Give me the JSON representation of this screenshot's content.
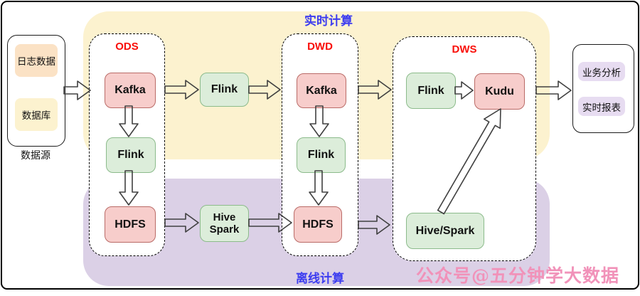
{
  "regions": {
    "realtime": {
      "label": "实时计算"
    },
    "offline": {
      "label": "离线计算"
    }
  },
  "source": {
    "caption": "数据源",
    "items": [
      {
        "label": "日志数据"
      },
      {
        "label": "数据库"
      }
    ]
  },
  "stages": {
    "ods": {
      "label": "ODS",
      "nodes": [
        {
          "label": "Kafka"
        },
        {
          "label": "Flink"
        },
        {
          "label": "HDFS"
        }
      ]
    },
    "dwd": {
      "label": "DWD",
      "nodes": [
        {
          "label": "Kafka"
        },
        {
          "label": "Flink"
        },
        {
          "label": "HDFS"
        }
      ]
    },
    "dws": {
      "label": "DWS",
      "nodes": [
        {
          "label": "Flink"
        },
        {
          "label": "Kudu"
        },
        {
          "label": "Hive/Spark"
        }
      ]
    }
  },
  "middle": {
    "realtime_engine": "Flink",
    "offline_engine_line1": "Hive",
    "offline_engine_line2": "Spark"
  },
  "outputs": {
    "items": [
      {
        "label": "业务分析"
      },
      {
        "label": "实时报表"
      }
    ]
  },
  "watermark": {
    "text": "公众号@五分钟学大数据"
  },
  "colors": {
    "realtime_region_bg": "#FCF2CF",
    "offline_region_bg": "#DBD0E6",
    "node_pink_fill": "#F7CDCB",
    "node_pink_border": "#BA6B67",
    "node_green_fill": "#DCEDDA",
    "node_green_border": "#8CBB8B",
    "source_log_fill": "#FBE2C5",
    "source_db_fill": "#FCF2CF",
    "output_chip_fill": "#E7DCF1",
    "region_label_color": "#3C3CF0",
    "stage_label_color": "#F90D07",
    "watermark_color": "#F192B9",
    "arrow_stroke": "#404040"
  }
}
